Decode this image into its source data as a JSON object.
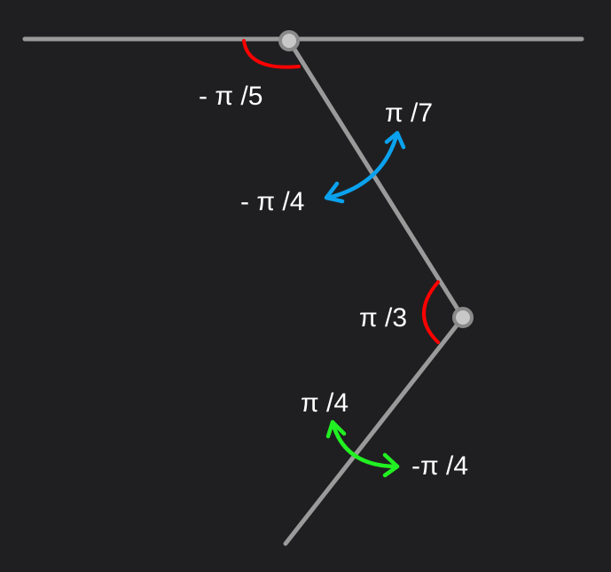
{
  "colors": {
    "background": "#1f1f21",
    "line": "#9a9a9a",
    "joint_fill": "#c8c8c8",
    "joint_stroke": "#8a8a8a",
    "angle_arc": "#ff0000",
    "upper_range": "#0aa2ee",
    "lower_range": "#22f022",
    "text": "#ffffff"
  },
  "icons": {
    "joint": "circle",
    "range_arrow": "double-headed-curved-arrow"
  },
  "labels": {
    "top_angle": "- π /5",
    "upper_max": "π /7",
    "upper_min": "- π /4",
    "mid_angle": "π /3",
    "lower_max": "π /4",
    "lower_min": "-π /4"
  }
}
